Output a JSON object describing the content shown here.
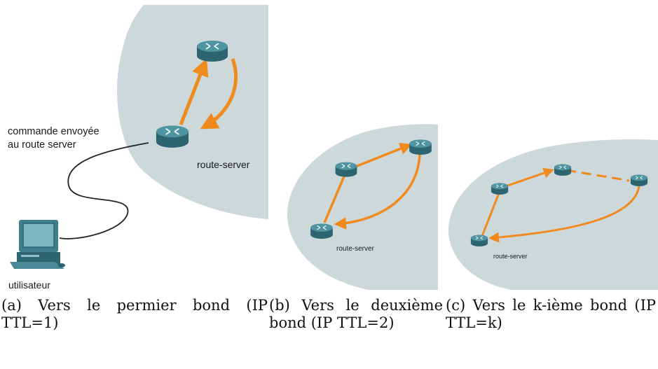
{
  "panel_a": {
    "command_text_line1": "commande envoyée",
    "command_text_line2": "au route server",
    "server_label": "route-server",
    "user_label": "utilisateur",
    "caption": "(a) Vers le permier bond (IP TTL=1)"
  },
  "panel_b": {
    "server_label": "route-server",
    "caption": "(b) Vers le deuxième bond (IP TTL=2)"
  },
  "panel_c": {
    "server_label": "route-server",
    "caption": "(c) Vers le k-ième bond (IP TTL=k)"
  },
  "icons": {
    "router": "router-icon",
    "computer": "computer-icon"
  },
  "colors": {
    "cloud": "#cdd8db",
    "arrow": "#f08a1c",
    "router_top": "#4a8a96",
    "router_side": "#2c6570",
    "cable": "#222222"
  }
}
